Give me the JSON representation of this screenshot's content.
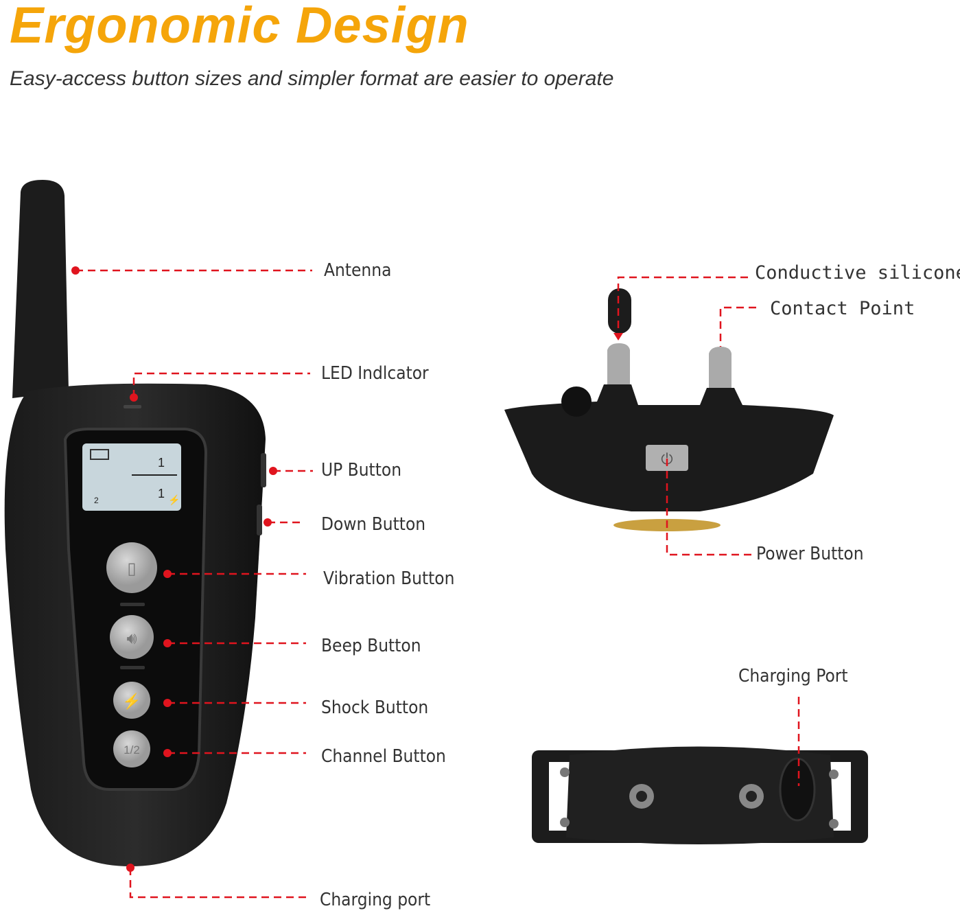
{
  "header": {
    "title": "Ergonomic Design",
    "subtitle": "Easy-access button sizes and simpler format are easier to operate"
  },
  "remote_labels": {
    "antenna": "Antenna",
    "led": "LED Indlcator",
    "up": "UP Button",
    "down": "Down Button",
    "vibration": "Vibration Button",
    "beep": "Beep Button",
    "shock": "Shock Button",
    "channel": "Channel Button",
    "charging": "Charging port"
  },
  "collar_labels": {
    "silicone": "Conductive silicone",
    "contact": "Contact Point",
    "power": "Power Button",
    "charging": "Charging Port"
  },
  "lcd": {
    "channel": "2"
  },
  "remote_buttons": {
    "channel": "1/2"
  },
  "colors": {
    "title": "#f5a50a",
    "callout": "#e0141e"
  }
}
